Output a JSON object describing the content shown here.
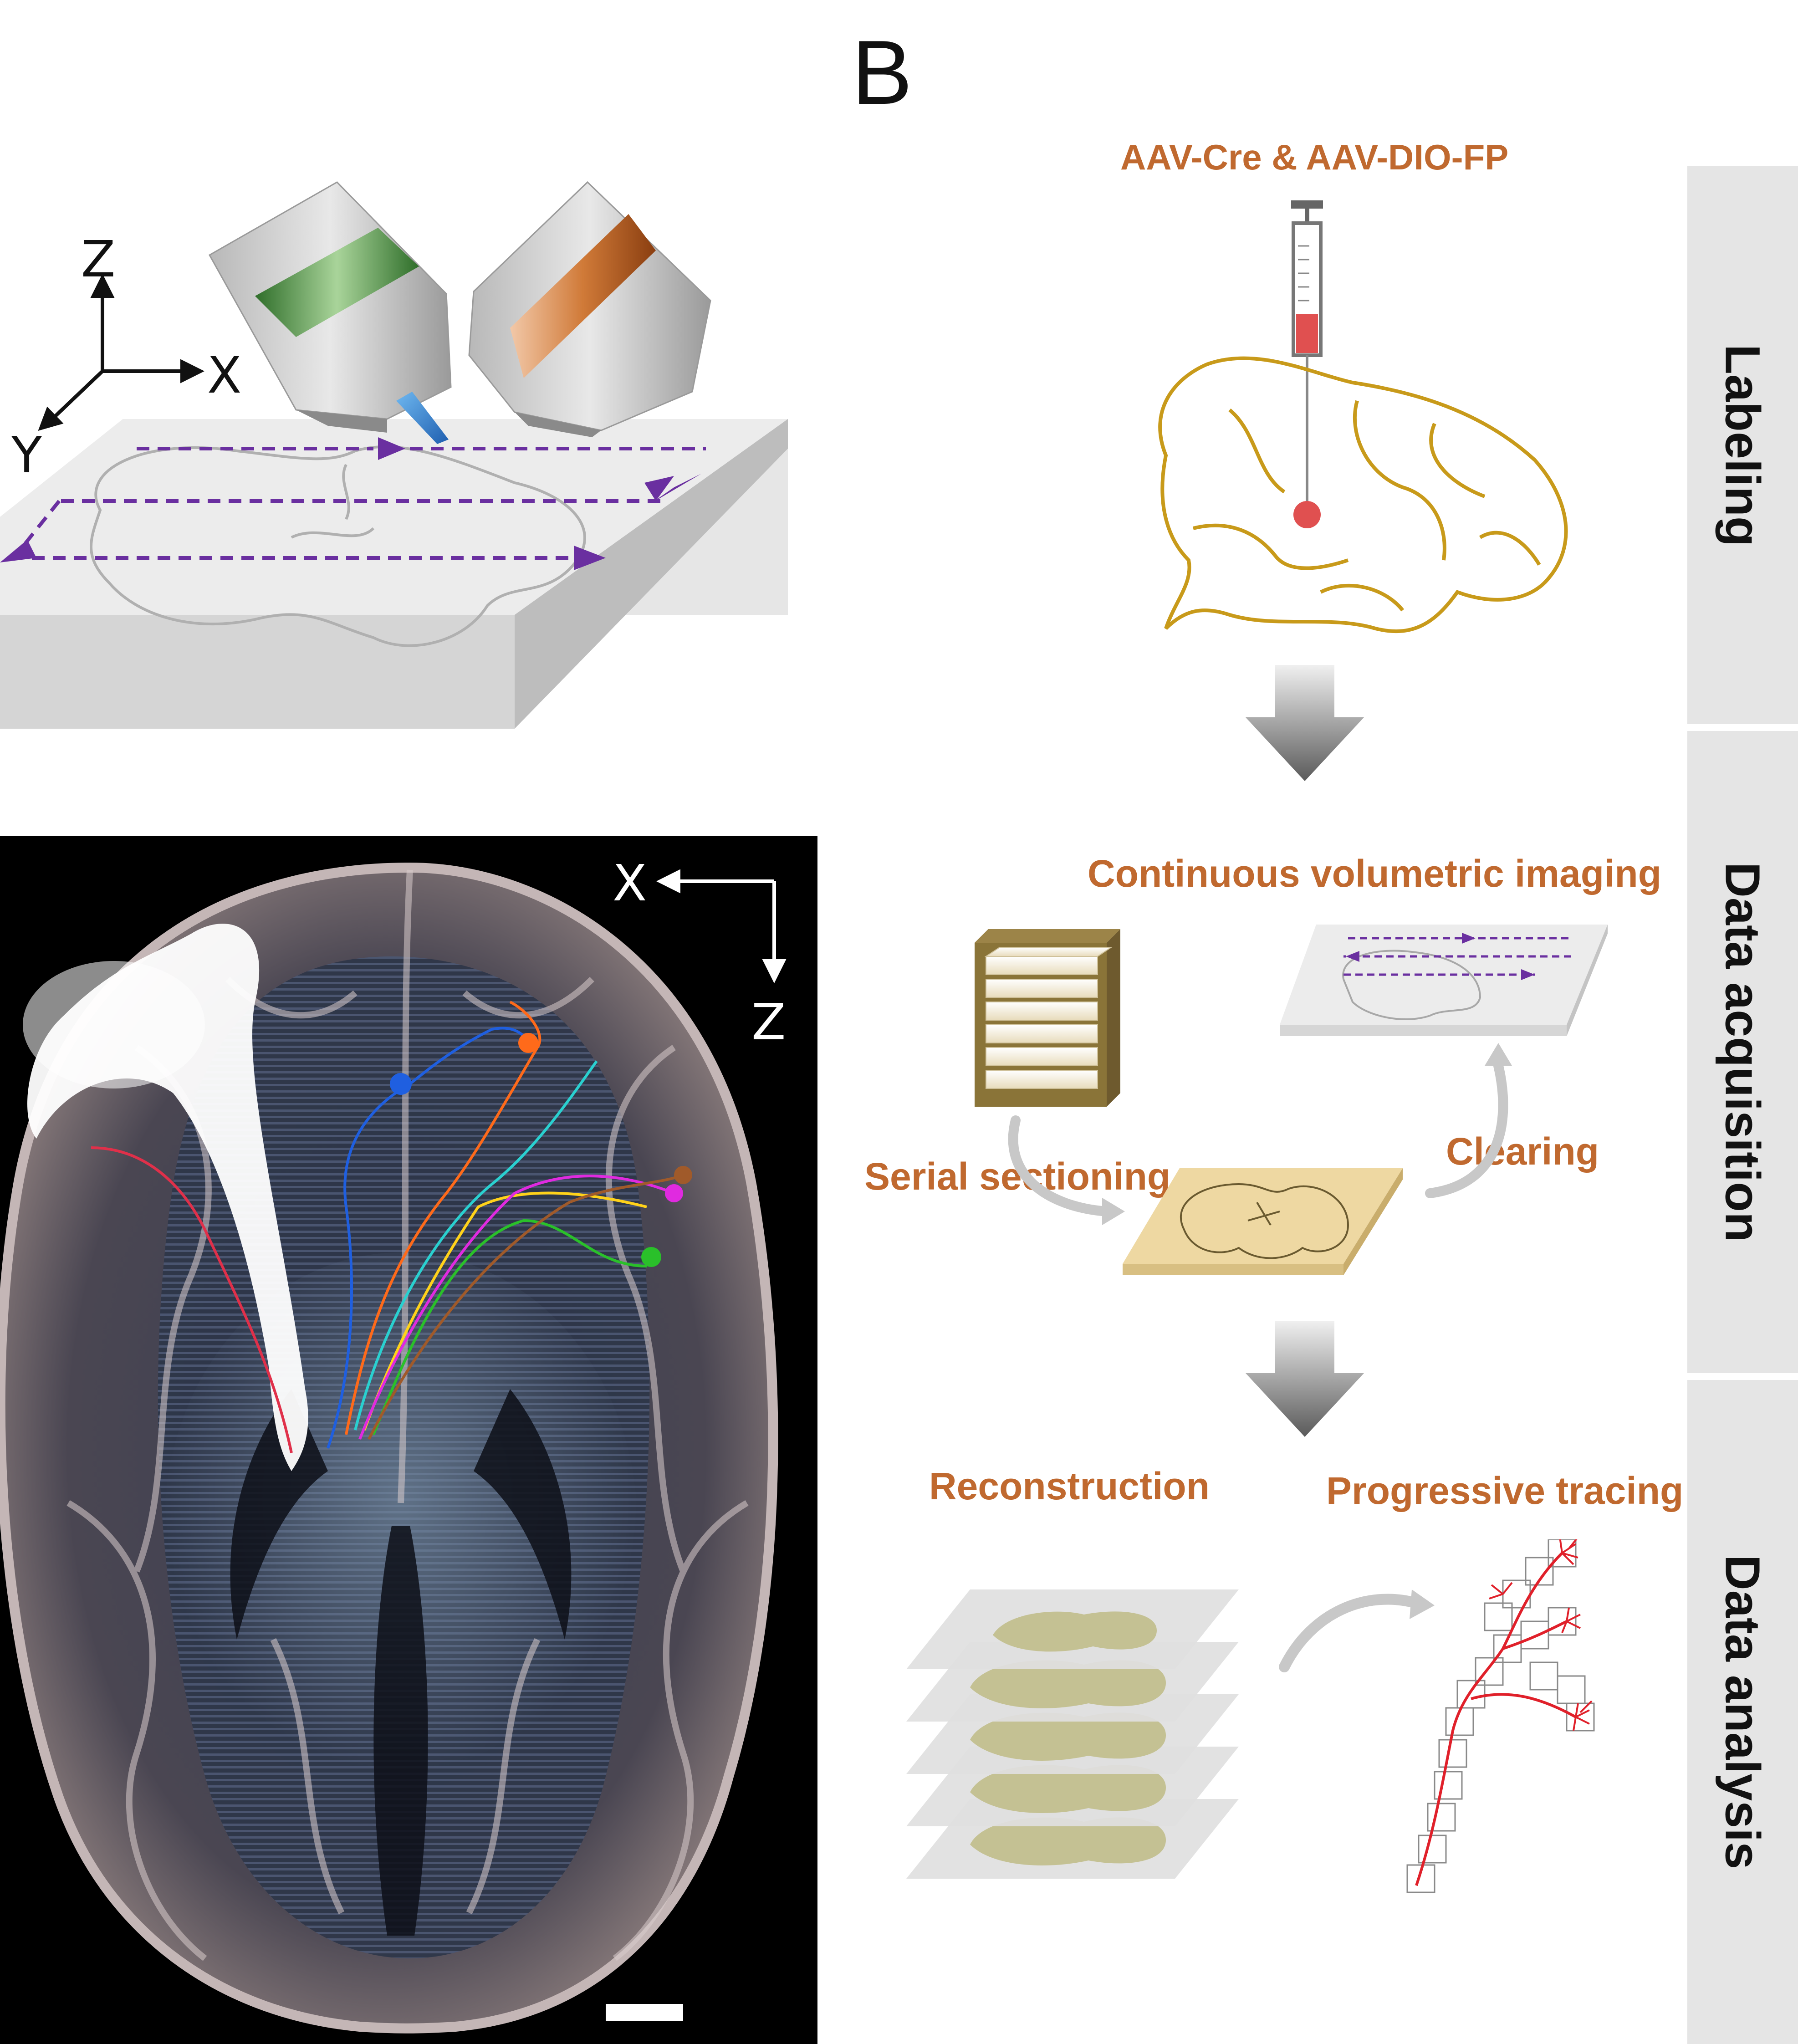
{
  "panel_b": {
    "letter": "B"
  },
  "panel_a_axes": {
    "z": "Z",
    "x": "X",
    "y": "Y"
  },
  "brain_axes": {
    "x": "X",
    "z": "Z"
  },
  "labels": {
    "injection": "AAV-Cre & AAV-DIO-FP",
    "continuous_imaging": "Continuous volumetric imaging",
    "serial_sectioning": "Serial sectioning",
    "clearing": "Clearing",
    "reconstruction": "Reconstruction",
    "progressive_tracing": "Progressive tracing"
  },
  "stages": {
    "labeling": "Labeling",
    "acquisition": "Data acquisition",
    "analysis": "Data analysis"
  },
  "colors": {
    "accent_text": "#c0692f",
    "brain_outline": "#c89a1a",
    "scan_path": "#6a2fa0",
    "injection_site": "#e05050",
    "tracing": "#e0202a",
    "objective_green": "#3f8a3a",
    "objective_orange": "#b35b1e"
  },
  "neuron_trace_colors": [
    "#1f5fe0",
    "#ff6a1a",
    "#2ad0d0",
    "#ffd21a",
    "#2ac02a",
    "#e02ae0",
    "#e0304a",
    "#a05a2a"
  ]
}
